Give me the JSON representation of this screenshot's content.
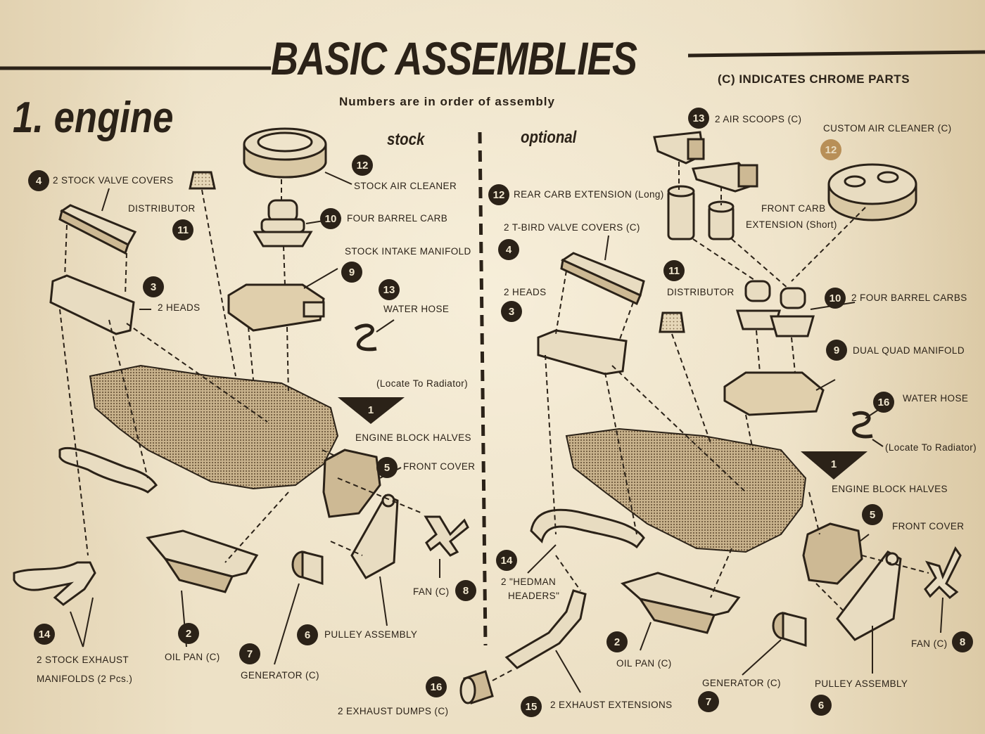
{
  "header": {
    "title": "BASIC ASSEMBLIES",
    "subtitle": "Numbers are in order of assembly",
    "chrome_note": "(C) INDICATES CHROME PARTS",
    "section": "1. engine"
  },
  "columns": {
    "stock": "stock",
    "optional": "optional"
  },
  "stock_callouts": [
    {
      "n": "4",
      "label": "2 STOCK VALVE COVERS"
    },
    {
      "n": "11",
      "label": "DISTRIBUTOR"
    },
    {
      "n": "12",
      "label": "STOCK AIR CLEANER"
    },
    {
      "n": "10",
      "label": "FOUR BARREL CARB"
    },
    {
      "n": "9",
      "label": "STOCK INTAKE MANIFOLD"
    },
    {
      "n": "3",
      "label": "2 HEADS"
    },
    {
      "n": "13",
      "label": "WATER HOSE",
      "note": "(Locate To Radiator)"
    },
    {
      "n": "1",
      "label": "ENGINE BLOCK HALVES"
    },
    {
      "n": "5",
      "label": "FRONT COVER"
    },
    {
      "n": "8",
      "label": "FAN (C)"
    },
    {
      "n": "14",
      "label": "2 STOCK EXHAUST",
      "label2": "MANIFOLDS (2 Pcs.)"
    },
    {
      "n": "2",
      "label": "OIL PAN (C)"
    },
    {
      "n": "7",
      "label": "GENERATOR (C)"
    },
    {
      "n": "6",
      "label": "PULLEY ASSEMBLY"
    }
  ],
  "optional_callouts": [
    {
      "n": "13",
      "label": "2 AIR SCOOPS (C)"
    },
    {
      "n": "12",
      "label": "CUSTOM AIR CLEANER (C)"
    },
    {
      "n": "12",
      "label": "REAR CARB EXTENSION (Long)"
    },
    {
      "label": "FRONT CARB",
      "label2": "EXTENSION (Short)"
    },
    {
      "n": "4",
      "label": "2 T-BIRD VALVE COVERS (C)"
    },
    {
      "n": "11",
      "label": "DISTRIBUTOR"
    },
    {
      "n": "3",
      "label": "2 HEADS"
    },
    {
      "n": "10",
      "label": "2 FOUR BARREL CARBS"
    },
    {
      "n": "9",
      "label": "DUAL QUAD MANIFOLD"
    },
    {
      "n": "16",
      "label": "WATER HOSE",
      "note": "(Locate To Radiator)"
    },
    {
      "n": "1",
      "label": "ENGINE BLOCK HALVES"
    },
    {
      "n": "5",
      "label": "FRONT COVER"
    },
    {
      "n": "14",
      "label": "2 \"HEDMAN",
      "label2": "HEADERS\""
    },
    {
      "n": "8",
      "label": "FAN (C)"
    },
    {
      "n": "2",
      "label": "OIL PAN (C)"
    },
    {
      "n": "7",
      "label": "GENERATOR (C)"
    },
    {
      "n": "6",
      "label": "PULLEY ASSEMBLY"
    },
    {
      "n": "16",
      "label": "2 EXHAUST DUMPS (C)"
    },
    {
      "n": "15",
      "label": "2 EXHAUST EXTENSIONS"
    }
  ],
  "colors": {
    "ink": "#2b2218",
    "paper": "#e9dcc0",
    "engine_tone": "#a58a64"
  }
}
